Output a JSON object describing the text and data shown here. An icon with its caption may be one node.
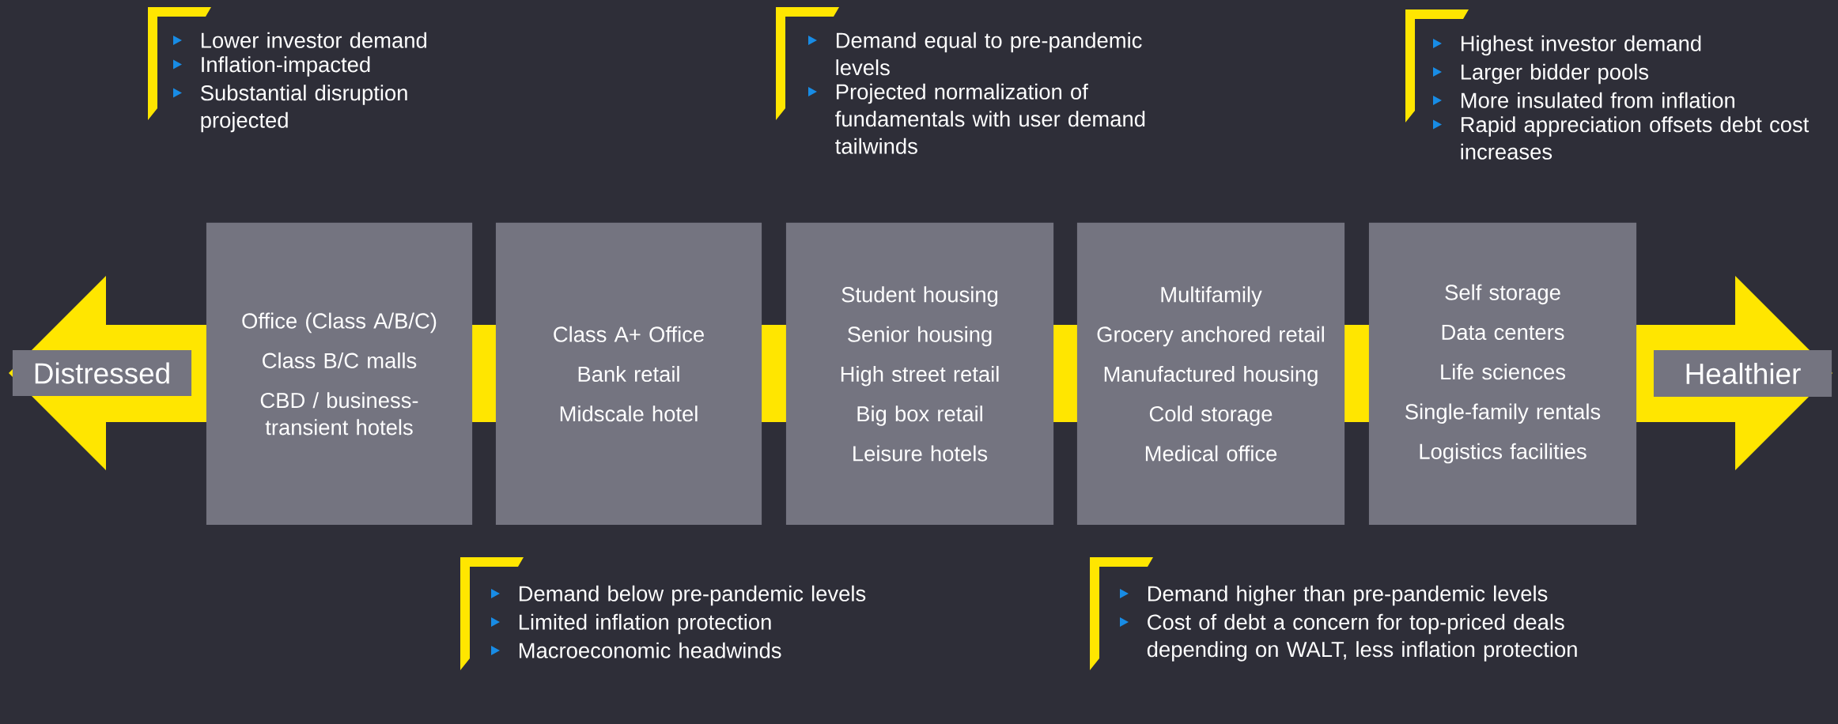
{
  "diagram": {
    "nodes": [
      {
        "text": [
          "Distressed"
        ]
      },
      {
        "text": [
          "Office (Class A/B/C)",
          "Class B/C malls",
          "CBD / business-transient hotels"
        ]
      },
      {
        "text": [
          "Class A+ Office",
          "Bank retail",
          "Midscale hotel"
        ]
      },
      {
        "text": [
          "Student housing",
          "Senior housing",
          "High street retail",
          "Big box retail",
          "Leisure hotels"
        ]
      },
      {
        "text": [
          "Multifamily",
          "Grocery anchored retail",
          "Manufactured housing",
          "Cold storage",
          "Medical office"
        ]
      },
      {
        "text": [
          "Self storage",
          "Data centers",
          "Life sciences",
          "Single-family rentals",
          "Logistics facilities"
        ]
      },
      {
        "text": [
          "Healthier"
        ]
      }
    ],
    "labels": [
      "Lower investor demand",
      "Inflation-impacted",
      "Substantial disruption projected",
      "Demand equal to pre-pandemic levels",
      "Projected normalization of fundamentals with user demand tailwinds",
      "Highest investor demand",
      "Larger bidder pools",
      "More insulated from inflation",
      "Rapid appreciation offsets debt cost increases",
      "Demand below pre-pandemic levels",
      "Limited inflation protection",
      "Macroeconomic headwinds",
      "Demand higher than pre-pandemic levels",
      "Cost of debt a concern for top-priced deals depending on WALT, less inflation protection"
    ]
  }
}
